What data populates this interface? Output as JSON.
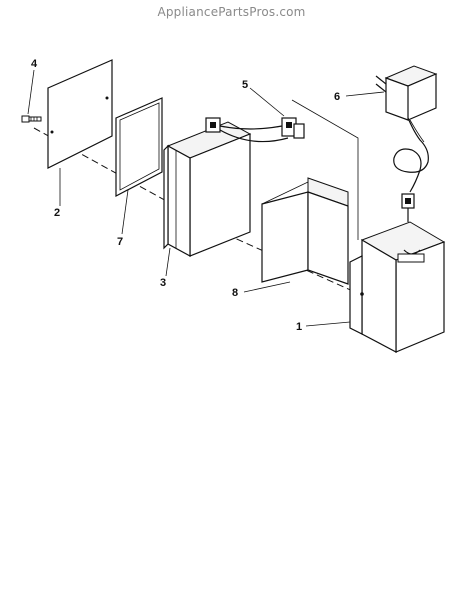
{
  "watermark": "AppliancePartsPros.com",
  "callouts": [
    {
      "id": "label-4",
      "text": "4"
    },
    {
      "id": "label-2",
      "text": "2"
    },
    {
      "id": "label-7",
      "text": "7"
    },
    {
      "id": "label-3",
      "text": "3"
    },
    {
      "id": "label-5",
      "text": "5"
    },
    {
      "id": "label-6-adapter",
      "text": "6"
    },
    {
      "id": "label-8",
      "text": "8"
    },
    {
      "id": "label-1",
      "text": "1"
    }
  ]
}
